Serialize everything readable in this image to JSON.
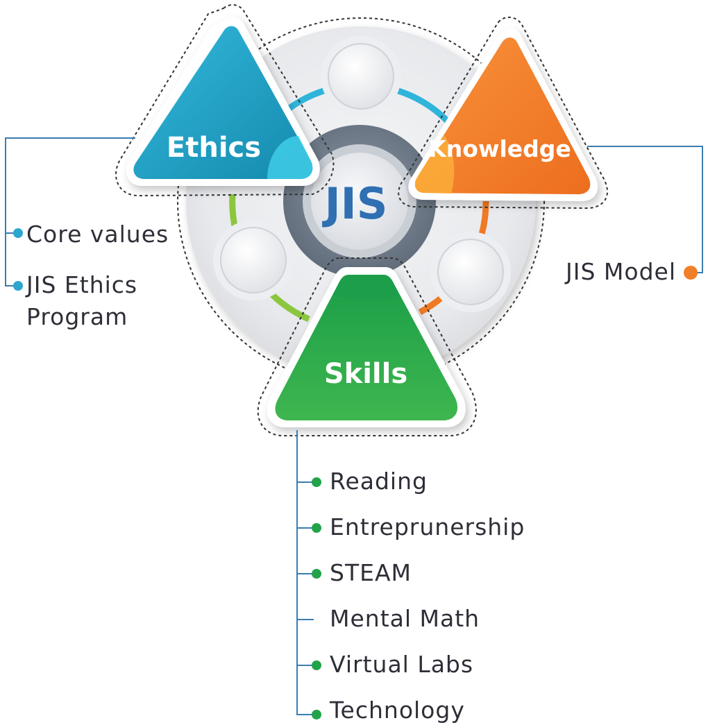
{
  "hub": {
    "label": "JIS"
  },
  "pillars": {
    "ethics": {
      "label": "Ethics",
      "color": "#1f9fc7"
    },
    "knowledge": {
      "label": "Knowledge",
      "color": "#f07a24"
    },
    "skills": {
      "label": "Skills",
      "color": "#22a34a"
    }
  },
  "ethics_items": [
    "Core values",
    "JIS Ethics",
    "Program"
  ],
  "knowledge_items": [
    "JIS Model"
  ],
  "skills_items": [
    "Reading",
    "Entreprunership",
    "STEAM",
    "Mental Math",
    "Virtual Labs",
    "Technology"
  ],
  "colors": {
    "connector": "#3a7db0",
    "ethics_bullet": "#2ba6cf",
    "knowledge_bullet": "#f07f27",
    "skills_bullet": "#22a34a"
  }
}
